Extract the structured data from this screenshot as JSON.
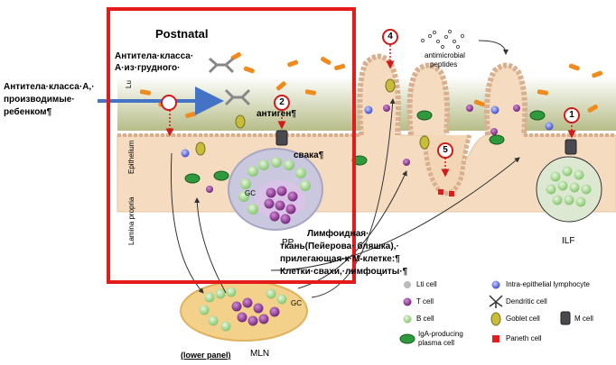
{
  "title": "Postnatal",
  "annotations": {
    "iga_breast": [
      "Антитела·класса·",
      "А·из·грудного·"
    ],
    "iga_child": [
      "Антитела·класса·А,·",
      "производимые·",
      "ребенком¶"
    ],
    "antigen": "антиген¶",
    "m_cell": "свака¶",
    "pp_description": [
      "Лимфоидная·",
      "ткань(Пейерова· бляшка),·",
      "прилегающая·к·М-клетке:¶",
      "Клетки·свахи,·лимфоциты·¶"
    ]
  },
  "labels": {
    "antimicrobial": [
      "antimicrobial",
      "peptides"
    ],
    "lu": "Lu",
    "epithelium": "Epithelium",
    "lamina_propria": "Lamina propria",
    "gc_pp": "GC",
    "pp": "PP",
    "ilf": "ILF",
    "gc_mln": "GC",
    "mln": "MLN",
    "lower_panel": "(lower panel)"
  },
  "steps": [
    "1",
    "2",
    "4",
    "5"
  ],
  "legend": {
    "lti": "Lti cell",
    "t": "T cell",
    "b": "B cell",
    "iga": [
      "IgA-producing",
      "plasma cell"
    ],
    "iel": "Intra-epithelial lymphocyte",
    "dc": "Dendritic cell",
    "goblet": "Goblet cell",
    "m": "M cell",
    "paneth": "Paneth cell"
  },
  "colors": {
    "highlight_box": "#e41b1b",
    "arrow": "#4472c4",
    "badge": "#d21a1a",
    "tissue": "#f5dcc0",
    "bacteria": "#f08a1c",
    "t_cell": "#8a2b8f",
    "b_cell": "#9ed38a",
    "iga_cell": "#2f9a3b",
    "iel": "#4858d6"
  }
}
